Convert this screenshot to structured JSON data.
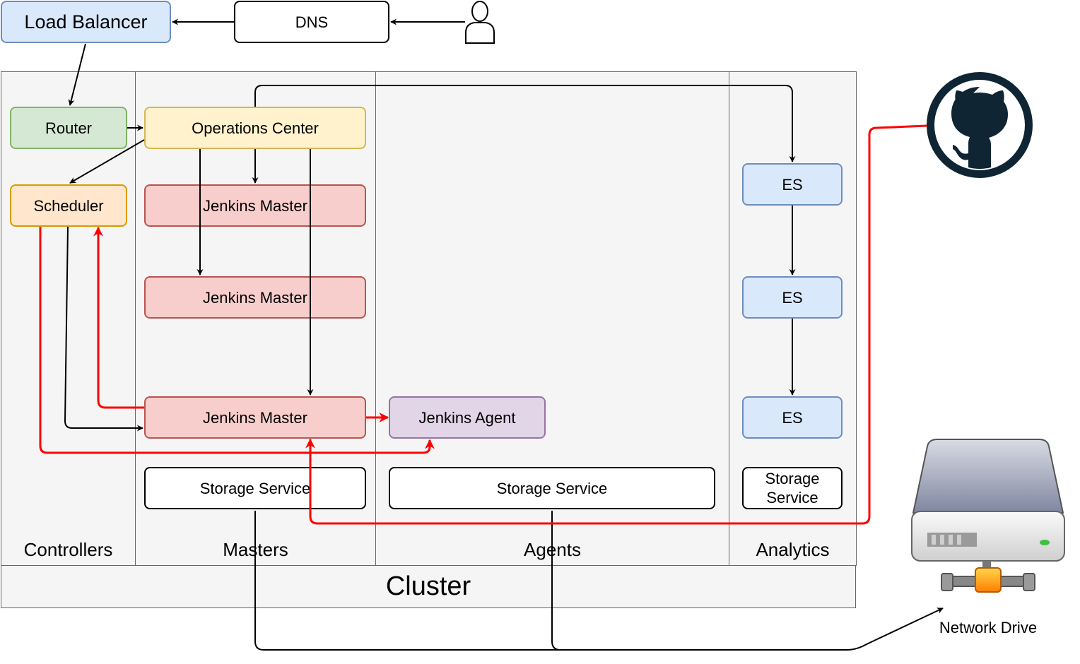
{
  "lanes": {
    "controllers": "Controllers",
    "masters": "Masters",
    "agents": "Agents",
    "analytics": "Analytics",
    "cluster": "Cluster"
  },
  "nodes": {
    "load_balancer": "Load Balancer",
    "dns": "DNS",
    "router": "Router",
    "operations_center": "Operations Center",
    "scheduler": "Scheduler",
    "jenkins_master_1": "Jenkins Master",
    "jenkins_master_2": "Jenkins Master",
    "jenkins_master_3": "Jenkins Master",
    "jenkins_agent": "Jenkins Agent",
    "es_1": "ES",
    "es_2": "ES",
    "es_3": "ES",
    "storage_masters": "Storage Service",
    "storage_agents": "Storage Service",
    "storage_analytics": "Storage Service"
  },
  "external": {
    "network_drive_label": "Network Drive",
    "user_icon": "user-icon",
    "github_icon": "github-icon",
    "network_drive_icon": "network-drive-icon"
  },
  "colors": {
    "red_edge": "#ff0000",
    "black_edge": "#000000"
  }
}
